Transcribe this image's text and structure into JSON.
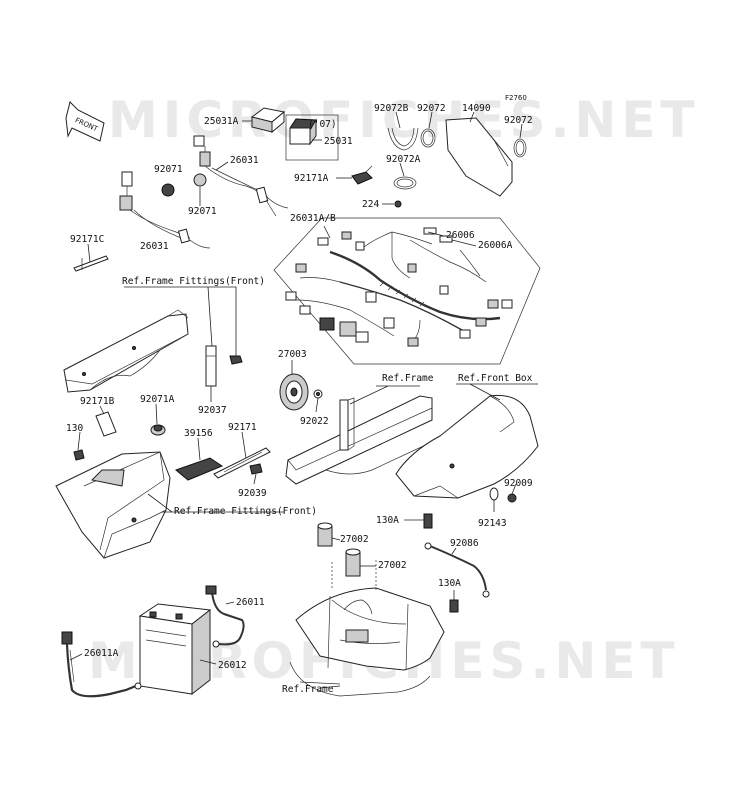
{
  "watermark": {
    "text": "MICROFICHES.NET"
  },
  "figure_code": "F2760",
  "front_marker": "FRONT",
  "year_note": "('07)",
  "refs": {
    "frame_fittings_front_1": "Ref.Frame Fittings(Front)",
    "frame_fittings_front_2": "Ref.Frame Fittings(Front)",
    "frame_1": "Ref.Frame",
    "frame_2": "Ref.Frame",
    "front_box": "Ref.Front Box"
  },
  "parts": {
    "p92072B": "92072B",
    "p92072_a": "92072",
    "p14090": "14090",
    "p92072_b": "92072",
    "p25031A": "25031A",
    "p25031": "25031",
    "p92072A": "92072A",
    "p92071_a": "92071",
    "p26031_a": "26031",
    "p92171A": "92171A",
    "p224": "224",
    "p92071_b": "92071",
    "p26031AB": "26031A/B",
    "p26006": "26006",
    "p26006A": "26006A",
    "p92171C": "92171C",
    "p26031_b": "26031",
    "p27003": "27003",
    "p92171B": "92171B",
    "p92071A": "92071A",
    "p92037": "92037",
    "p92022": "92022",
    "p130": "130",
    "p39156": "39156",
    "p92171": "92171",
    "p92039": "92039",
    "p92009": "92009",
    "p92143": "92143",
    "p130A_a": "130A",
    "p92086": "92086",
    "p27002_a": "27002",
    "p27002_b": "27002",
    "p130A_b": "130A",
    "p26011": "26011",
    "p26011A": "26011A",
    "p26012": "26012"
  }
}
